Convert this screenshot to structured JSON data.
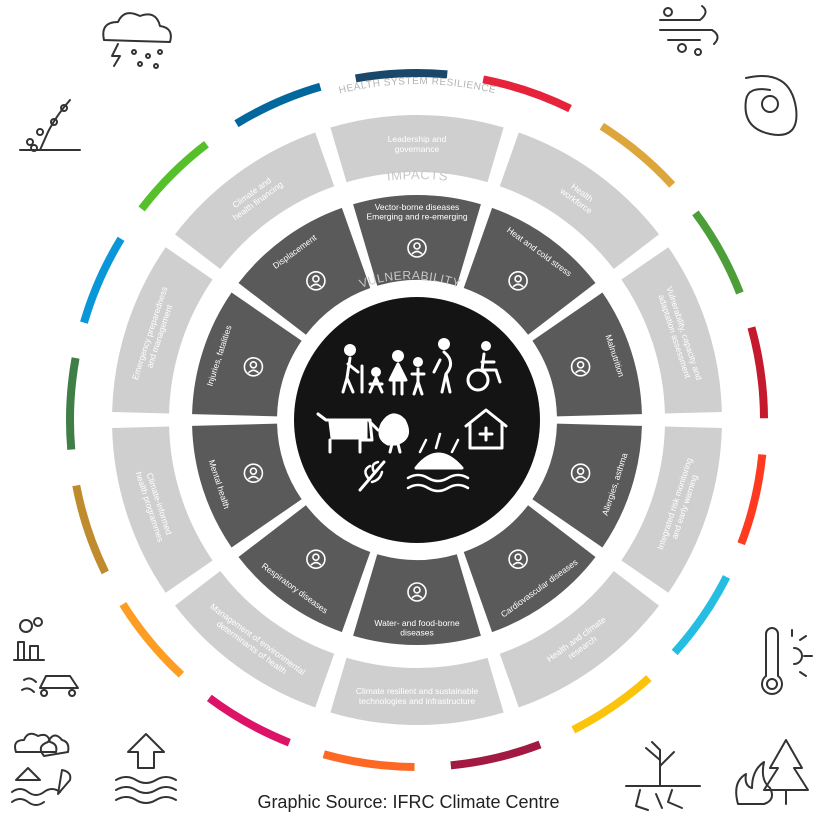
{
  "colors": {
    "outer_band": "#cfcfcf",
    "impacts_band": "#5a5a5a",
    "center_disc": "#141414",
    "outer_text": "#ffffff",
    "impacts_text": "#ffffff",
    "title_text": "#b4b4b4",
    "icon_stroke": "#333333"
  },
  "rings": {
    "health_system_title": "HEALTH SYSTEM RESILIENCE",
    "impacts_title": "IMPACTS",
    "vulnerability_title": "VULNERABILITY"
  },
  "health_system_segments": [
    {
      "label": [
        "Leadership and",
        "governance"
      ]
    },
    {
      "label": [
        "Health",
        "workforce"
      ]
    },
    {
      "label": [
        "Vulnerability, capacity and",
        "adaptation assessment"
      ]
    },
    {
      "label": [
        "Integrated risk monitoring",
        "and early warning"
      ]
    },
    {
      "label": [
        "Health and climate",
        "research"
      ]
    },
    {
      "label": [
        "Climate resilient and sustainable",
        "technologies and infrastructure"
      ]
    },
    {
      "label": [
        "Management of environmental",
        "determinants of health"
      ]
    },
    {
      "label": [
        "Climate-informed",
        "health programmes"
      ]
    },
    {
      "label": [
        "Emergency preparedness",
        "and management"
      ]
    },
    {
      "label": [
        "Climate and",
        "health financing"
      ]
    }
  ],
  "impacts_segments": [
    {
      "label": [
        "Vector-borne diseases",
        "Emerging and re-emerging"
      ],
      "icon": "mosquito-icon"
    },
    {
      "label": [
        "Heat and cold stress"
      ],
      "icon": "sun-person-icon"
    },
    {
      "label": [
        "Malnutrition"
      ],
      "icon": "malnutrition-icon"
    },
    {
      "label": [
        "Allergies, asthma"
      ],
      "icon": "allergy-icon"
    },
    {
      "label": [
        "Cardiovascular diseases"
      ],
      "icon": "heart-icon"
    },
    {
      "label": [
        "Water- and food-borne",
        "diseases"
      ],
      "icon": "water-glass-icon"
    },
    {
      "label": [
        "Respiratory diseases"
      ],
      "icon": "lungs-icon"
    },
    {
      "label": [
        "Mental health"
      ],
      "icon": "head-icon"
    },
    {
      "label": [
        "Injuries, fatalities"
      ],
      "icon": "bandage-icon"
    },
    {
      "label": [
        "Displacement"
      ],
      "icon": "walking-person-icon"
    }
  ],
  "outer_color_ring": [
    "#e5243b",
    "#dda63a",
    "#4c9f38",
    "#c5192d",
    "#ff3a21",
    "#26bde2",
    "#fcc30b",
    "#a21942",
    "#fd6925",
    "#dd1367",
    "#fd9d24",
    "#bf8b2e",
    "#3f7e44",
    "#0a97d9",
    "#56c02b",
    "#00689d",
    "#19486a"
  ],
  "corner_icons": [
    {
      "name": "storm-cloud-icon"
    },
    {
      "name": "wind-icon"
    },
    {
      "name": "landslide-icon"
    },
    {
      "name": "cyclone-icon"
    },
    {
      "name": "air-pollution-icon"
    },
    {
      "name": "thermometer-sun-icon"
    },
    {
      "name": "flood-icon"
    },
    {
      "name": "sea-level-rise-icon"
    },
    {
      "name": "drought-icon"
    },
    {
      "name": "wildfire-icon"
    }
  ],
  "center_icons": [
    "elderly-person-icon",
    "child-icon",
    "family-icon",
    "pregnant-woman-icon",
    "wheelchair-icon",
    "cow-icon",
    "chicken-icon",
    "health-facility-icon",
    "crop-icon",
    "flooded-food-icon"
  ],
  "caption": "Graphic Source: IFRC Climate Centre"
}
